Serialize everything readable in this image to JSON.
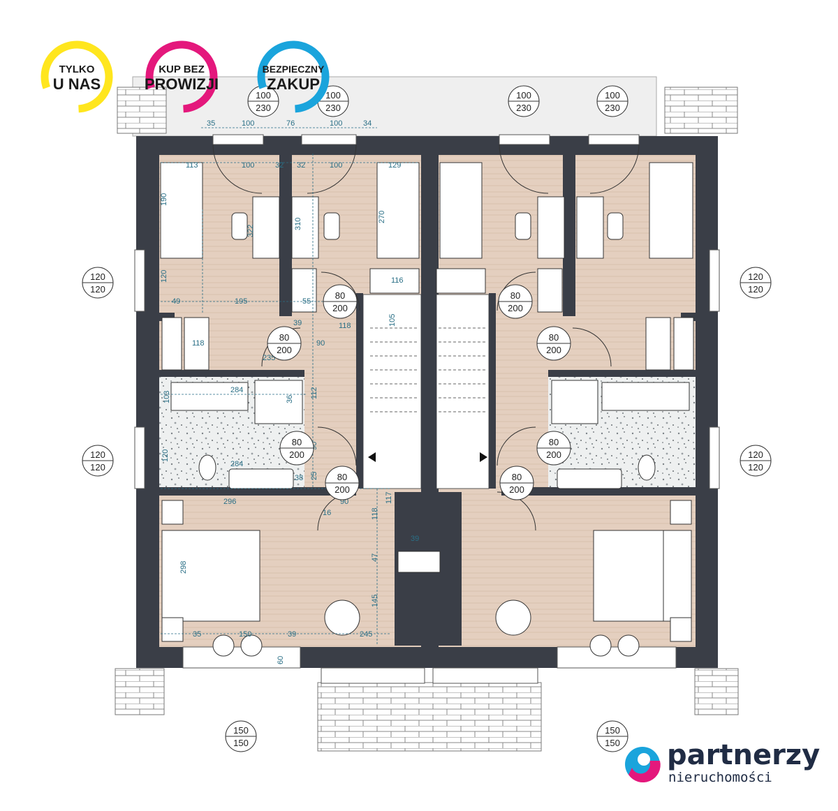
{
  "badges": [
    {
      "line1": "TYLKO",
      "line2": "U NAS",
      "ring_color": "#ffe61e"
    },
    {
      "line1": "KUP BEZ",
      "line2": "PROWIZJI",
      "ring_color": "#e4187c"
    },
    {
      "line1": "BEZPIECZNY",
      "line2": "ZAKUP",
      "ring_color": "#1aa4dc"
    }
  ],
  "logo": {
    "name": "partnerzy",
    "sub": "nieruchomości",
    "colors": [
      "#1aa4dc",
      "#e4187c",
      "#202c44"
    ]
  },
  "colors": {
    "wall": "#3a3e47",
    "floor": "#e2cdbd",
    "terrazzo": "#eceeee",
    "dim": "#2a6f86",
    "terrace": "#efefef"
  },
  "window_tags": [
    {
      "top": "100",
      "bottom": "230"
    },
    {
      "top": "100",
      "bottom": "230"
    },
    {
      "top": "100",
      "bottom": "230"
    },
    {
      "top": "100",
      "bottom": "230"
    },
    {
      "top": "120",
      "bottom": "120"
    },
    {
      "top": "120",
      "bottom": "120"
    },
    {
      "top": "120",
      "bottom": "120"
    },
    {
      "top": "120",
      "bottom": "120"
    },
    {
      "top": "150",
      "bottom": "150"
    },
    {
      "top": "150",
      "bottom": "150"
    }
  ],
  "door_tags": [
    {
      "top": "80",
      "bottom": "200"
    },
    {
      "top": "80",
      "bottom": "200"
    },
    {
      "top": "80",
      "bottom": "200"
    },
    {
      "top": "80",
      "bottom": "200"
    },
    {
      "top": "80",
      "bottom": "200"
    },
    {
      "top": "80",
      "bottom": "200"
    },
    {
      "top": "80",
      "bottom": "200"
    },
    {
      "top": "80",
      "bottom": "200"
    }
  ],
  "dimensions": [
    "35",
    "100",
    "76",
    "100",
    "34",
    "113",
    "100",
    "32",
    "32",
    "100",
    "129",
    "190",
    "322",
    "310",
    "270",
    "120",
    "49",
    "195",
    "55",
    "116",
    "39",
    "118",
    "105",
    "118",
    "235",
    "90",
    "284",
    "103",
    "36",
    "112",
    "90",
    "120",
    "284",
    "25",
    "38",
    "296",
    "90",
    "117",
    "16",
    "118",
    "39",
    "47",
    "298",
    "145",
    "35",
    "150",
    "39",
    "245",
    "60"
  ]
}
